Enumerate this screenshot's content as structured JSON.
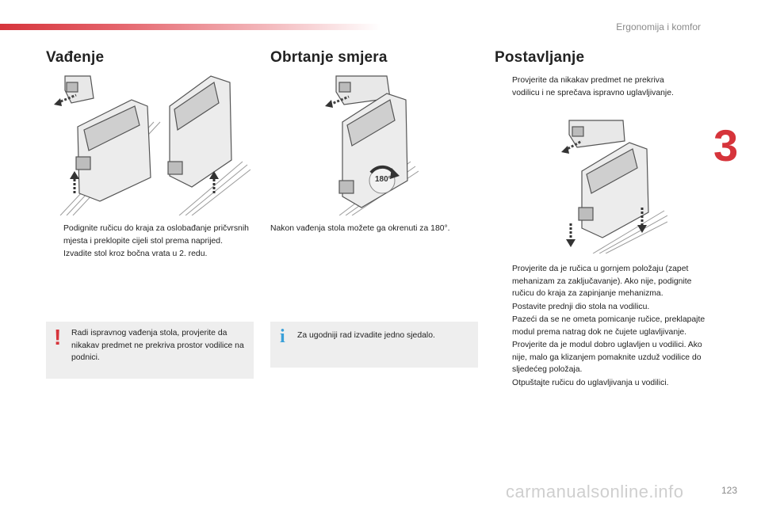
{
  "header": {
    "running_head": "Ergonomija i komfor",
    "chapter": "3"
  },
  "col1": {
    "title": "Vađenje",
    "bullets": [
      {
        "marker": "",
        "text": "Podignite ručicu do kraja za oslobađanje pričvrsnih mjesta i preklopite cijeli stol prema naprijed."
      },
      {
        "marker": "",
        "text": "Izvadite stol kroz bočna vrata u 2. redu."
      }
    ],
    "warning": {
      "icon": "!",
      "text": "Radi ispravnog vađenja stola, provjerite da nikakav predmet ne prekriva prostor vodilice na podnici."
    }
  },
  "col2": {
    "title": "Obrtanje smjera",
    "rotation_label": "180°",
    "paragraph": "Nakon vađenja stola možete ga okrenuti za 180°.",
    "info": {
      "icon": "i",
      "text": "Za ugodniji rad izvadite jedno sjedalo."
    }
  },
  "col3": {
    "title": "Postavljanje",
    "bullets_top": [
      {
        "marker": "",
        "text": "Provjerite da nikakav predmet ne prekriva vodilicu i ne sprečava ispravno uglavljivanje."
      }
    ],
    "bullets_bottom": [
      {
        "marker": "",
        "text": "Provjerite da je ručica u gornjem položaju (zapet mehanizam za zaključavanje). Ako nije, podignite ručicu do kraja za zapinjanje mehanizma."
      },
      {
        "marker": "",
        "text": "Postavite prednji dio stola na vodilicu."
      },
      {
        "marker": "",
        "text": "Pazeći da se ne ometa pomicanje ručice, preklapajte modul prema natrag dok ne čujete uglavljivanje."
      },
      {
        "marker": "",
        "text": "Provjerite da je modul dobro uglavljen u vodilici. Ako nije, malo ga klizanjem pomaknite uzduž vodilice do sljedećeg položaja."
      },
      {
        "marker": "",
        "text": "Otpuštajte ručicu do uglavljivanja u vodilici."
      }
    ]
  },
  "footer": {
    "page_number": "123",
    "watermark": "carmanualsonline.info"
  },
  "colors": {
    "accent": "#d6343b",
    "info_blue": "#3aa0d8",
    "notice_bg": "#eeeeee"
  }
}
